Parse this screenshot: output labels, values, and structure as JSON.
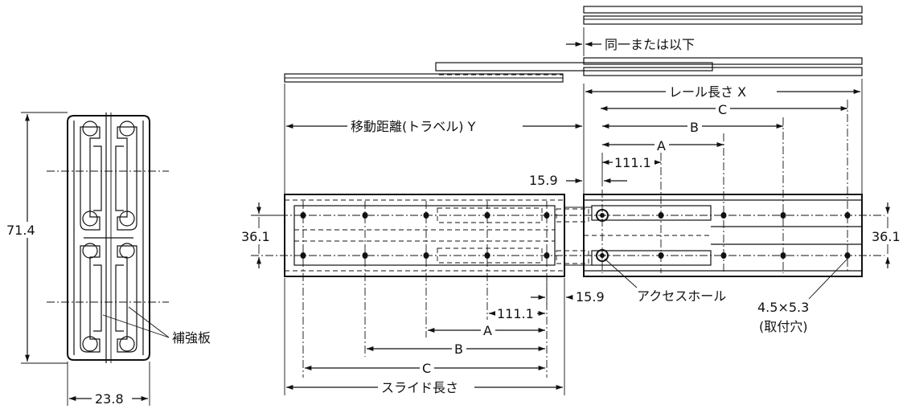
{
  "side_view": {
    "height": "71.4",
    "width": "23.8",
    "reinforcement_label": "補強板"
  },
  "top_view": {
    "overhang_label": "同一または以下",
    "rail_length_label": "レール長さ X",
    "travel_label": "移動距離(トラベル) Y",
    "slide_length_label": "スライド長さ",
    "access_hole_label": "アクセスホール",
    "mount_hole_size": "4.5×5.3",
    "mount_hole_label": "(取付穴)",
    "dim_a": "A",
    "dim_b": "B",
    "dim_c": "C",
    "dim_111": "111.1",
    "dim_15_9": "15.9",
    "dim_36_1": "36.1"
  }
}
